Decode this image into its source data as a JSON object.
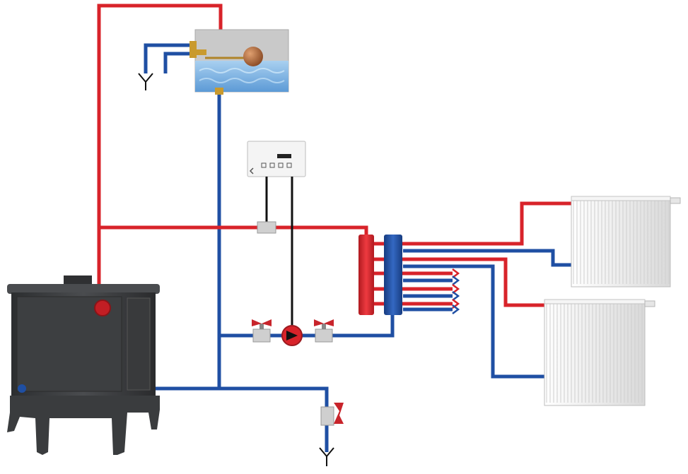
{
  "colors": {
    "supply": "#d8232a",
    "return": "#1f4fa3",
    "water": "#7fb6e6",
    "tank": "#c8c8c8",
    "stove": "#3b3d3f",
    "radiator": "#eeeeee",
    "controller": "#f4f4f4",
    "cable": "#111111",
    "valve_handle": "#c8242b",
    "brass": "#c99a2e",
    "float_ball": "#b56a3c"
  },
  "components": {
    "expansion_tank": {
      "icon": "expansion-tank-icon"
    },
    "float_valve": {
      "icon": "float-valve-icon"
    },
    "controller": {
      "icon": "controller-icon",
      "buttons": 4
    },
    "pump": {
      "icon": "pump-icon"
    },
    "ball_valves": {
      "icon": "ball-valve-icon",
      "count": 2
    },
    "drain_valve": {
      "icon": "drain-valve-icon"
    },
    "supply_manifold": {
      "icon": "supply-manifold-icon"
    },
    "return_manifold": {
      "icon": "return-manifold-icon"
    },
    "radiators": {
      "icon": "radiator-icon",
      "count": 2
    },
    "stove": {
      "icon": "stove-boiler-icon"
    },
    "drain_outlets": {
      "icon": "drain-funnel-icon",
      "count": 2
    }
  }
}
